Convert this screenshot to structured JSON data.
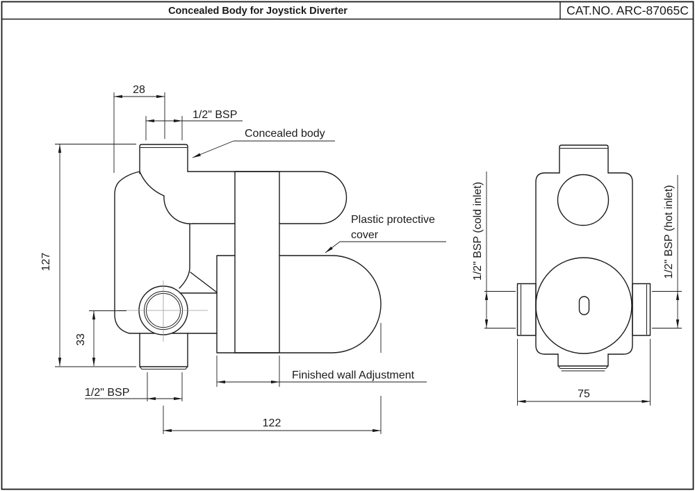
{
  "header": {
    "title": "Concealed Body for Joystick Diverter",
    "catno": "CAT.NO. ARC-87065C"
  },
  "side_view": {
    "labels": {
      "concealed_body": "Concealed body",
      "cover_line1": "Plastic protective",
      "cover_line2": "cover",
      "wall_adjustment": "Finished wall Adjustment"
    },
    "dims": {
      "top_offset": "28",
      "top_thread": "1/2\" BSP",
      "overall_height": "127",
      "port_center_height": "33",
      "bottom_thread": "1/2\" BSP",
      "overall_depth": "122"
    }
  },
  "front_view": {
    "dims": {
      "cold_inlet": "1/2\" BSP (cold inlet)",
      "hot_inlet": "1/2\" BSP (hot inlet)",
      "overall_width": "75"
    }
  }
}
